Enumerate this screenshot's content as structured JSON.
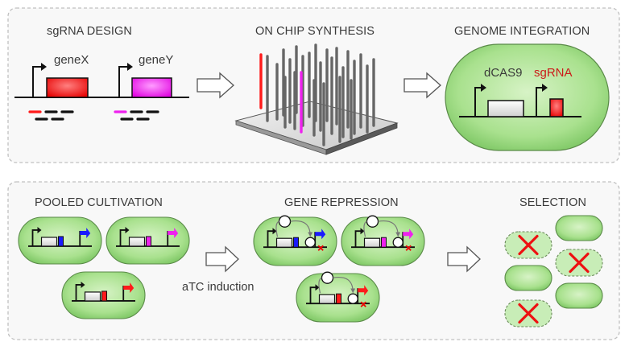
{
  "top_panel": {
    "sgrna_design": {
      "title": "sgRNA DESIGN",
      "gene_x": "geneX",
      "gene_y": "geneY",
      "gene_x_color": "#ff1a1a",
      "gene_y_color": "#ee22ee"
    },
    "on_chip_synthesis": {
      "title": "ON CHIP SYNTHESIS"
    },
    "genome_integration": {
      "title": "GENOME INTEGRATION",
      "dcas9": "dCAS9",
      "sgrna": "sgRNA",
      "sgrna_color": "#cc1a1a"
    }
  },
  "bottom_panel": {
    "pooled_cultivation": {
      "title": "POOLED CULTIVATION"
    },
    "induction_label": "aTC induction",
    "gene_repression": {
      "title": "GENE REPRESSION"
    },
    "selection": {
      "title": "SELECTION"
    }
  },
  "colors": {
    "cell_fill": "#a6e08a",
    "cell_stroke": "#4a7a3a",
    "panel_border": "#c0c0c0",
    "blue": "#1a1aff",
    "magenta": "#ee22ee",
    "red": "#ff1a1a"
  }
}
